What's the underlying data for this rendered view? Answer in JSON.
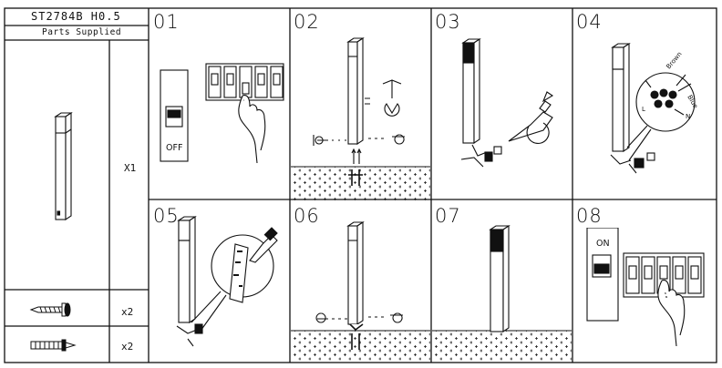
{
  "header": {
    "product_code": "ST2784B H0.5",
    "parts_label": "Parts  Supplied"
  },
  "parts": [
    {
      "icon": "light-post-icon",
      "qty": "X1"
    },
    {
      "icon": "screw-icon",
      "qty": "x2"
    },
    {
      "icon": "wall-plug-icon",
      "qty": "x2"
    }
  ],
  "steps": [
    {
      "number": "01",
      "switch_label": "OFF"
    },
    {
      "number": "02"
    },
    {
      "number": "03"
    },
    {
      "number": "04",
      "wire_labels": [
        "Brown",
        "Blue",
        "L",
        "N"
      ]
    },
    {
      "number": "05"
    },
    {
      "number": "06"
    },
    {
      "number": "07"
    },
    {
      "number": "08",
      "switch_label": "ON"
    }
  ]
}
